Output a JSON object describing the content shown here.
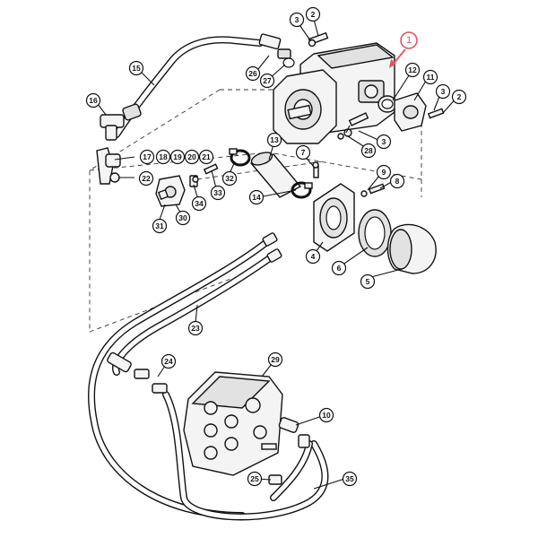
{
  "callouts": {
    "c1": "1",
    "c2a": "2",
    "c2b": "2",
    "c3a": "3",
    "c3b": "3",
    "c3c": "3",
    "c4": "4",
    "c5": "5",
    "c6": "6",
    "c7": "7",
    "c8": "8",
    "c9": "9",
    "c10": "10",
    "c11": "11",
    "c12": "12",
    "c13": "13",
    "c14": "14",
    "c15": "15",
    "c16": "16",
    "c17": "17",
    "c18": "18",
    "c19": "19",
    "c20": "20",
    "c21": "21",
    "c22": "22",
    "c23": "23",
    "c24": "24",
    "c25": "25",
    "c26": "26",
    "c27": "27",
    "c28": "28",
    "c29": "29",
    "c30": "30",
    "c31": "31",
    "c32": "32",
    "c33": "33",
    "c34": "34",
    "c35": "35"
  },
  "highlight_color": "#e05560"
}
